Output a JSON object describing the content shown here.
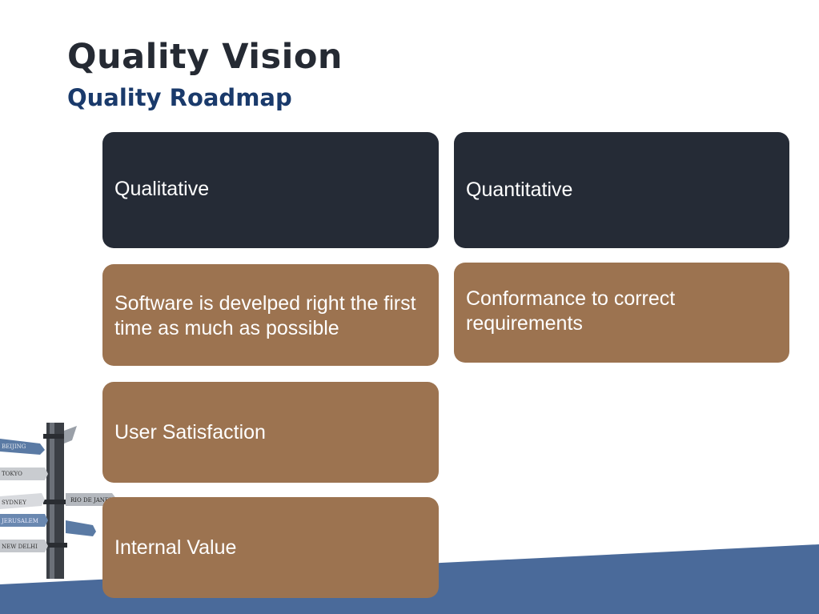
{
  "slide": {
    "title": "Quality Vision",
    "subtitle": "Quality Roadmap"
  },
  "boxes": {
    "qualitative_header": "Qualitative",
    "quantitative_header": "Quantitative",
    "qualitative_item_1": "Software is develped right the first time as much as possible",
    "quantitative_item_1": "Conformance to correct requirements",
    "qualitative_item_2": "User Satisfaction",
    "qualitative_item_3": "Internal Value"
  },
  "signpost": {
    "signs": [
      "BEIJING",
      "TOKYO",
      "SYDNEY",
      "RIO DE JANEIRO",
      "JERUSALEM",
      "NEW DELHI"
    ]
  },
  "colors": {
    "header_box": "#252b36",
    "item_box": "#9c7350",
    "title": "#252a33",
    "subtitle": "#1a3a6b",
    "band": "#4a6a9a"
  }
}
